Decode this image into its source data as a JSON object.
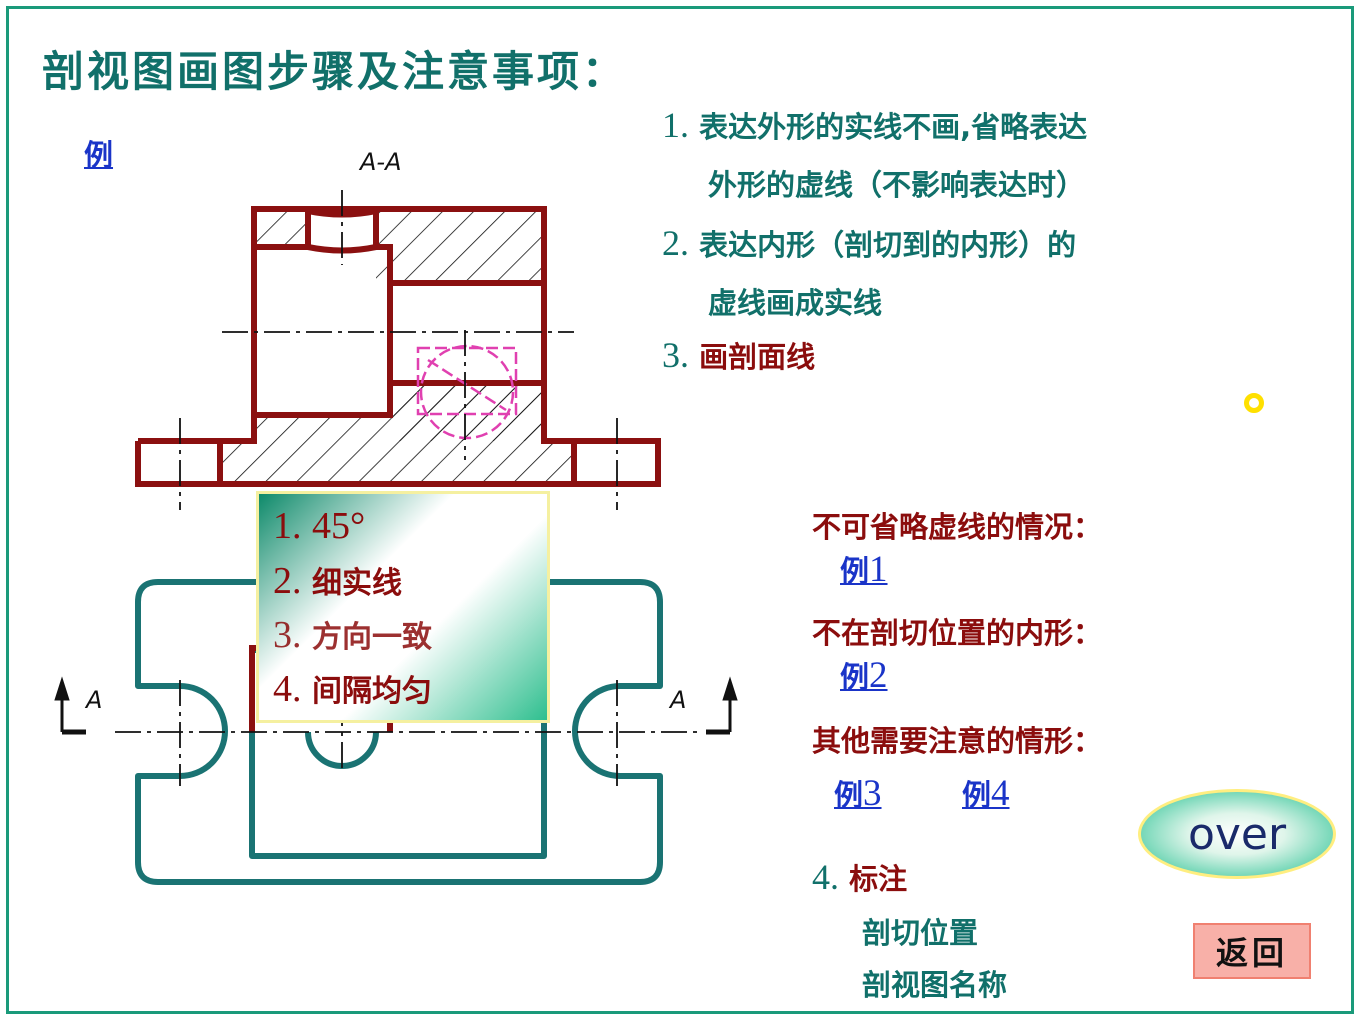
{
  "title": "剖视图画图步骤及注意事项：",
  "example_link": "例",
  "section_label": "A-A",
  "cut_marker_left": "A",
  "cut_marker_right": "A",
  "steps": [
    {
      "num": "1.",
      "line1": "表达外形的实线不画,省略表达",
      "line2": "外形的虚线（不影响表达时）"
    },
    {
      "num": "2.",
      "line1": "表达内形（剖切到的内形）的",
      "line2": "虚线画成实线"
    },
    {
      "num": "3.",
      "line1": "画剖面线"
    }
  ],
  "hatch_note": [
    {
      "num": "1.",
      "text": "45°"
    },
    {
      "num": "2.",
      "text": "细实线"
    },
    {
      "num": "3.",
      "text": "方向一致"
    },
    {
      "num": "4.",
      "text": "间隔均匀"
    }
  ],
  "cases": {
    "dashed_kept": {
      "label": "不可省略虚线的情况：",
      "link_prefix": "例",
      "link_num": "1"
    },
    "not_at_cut": {
      "label": "不在剖切位置的内形：",
      "link_prefix": "例",
      "link_num": "2"
    },
    "other": {
      "label": "其他需要注意的情形：",
      "links": [
        {
          "prefix": "例",
          "num": "3"
        },
        {
          "prefix": "例",
          "num": "4"
        }
      ]
    }
  },
  "labeling": {
    "num": "4.",
    "title": "标注",
    "items": [
      "剖切位置",
      "剖视图名称"
    ]
  },
  "buttons": {
    "over": "over",
    "back": "返回"
  },
  "colors": {
    "teal": "#11706a",
    "dark_red": "#8b0d0d",
    "link_blue": "#1a34c8",
    "frame": "#1a9a7a",
    "outline_teal": "#1a7373",
    "section_red": "#8b1010",
    "magenta": "#e040b0"
  }
}
